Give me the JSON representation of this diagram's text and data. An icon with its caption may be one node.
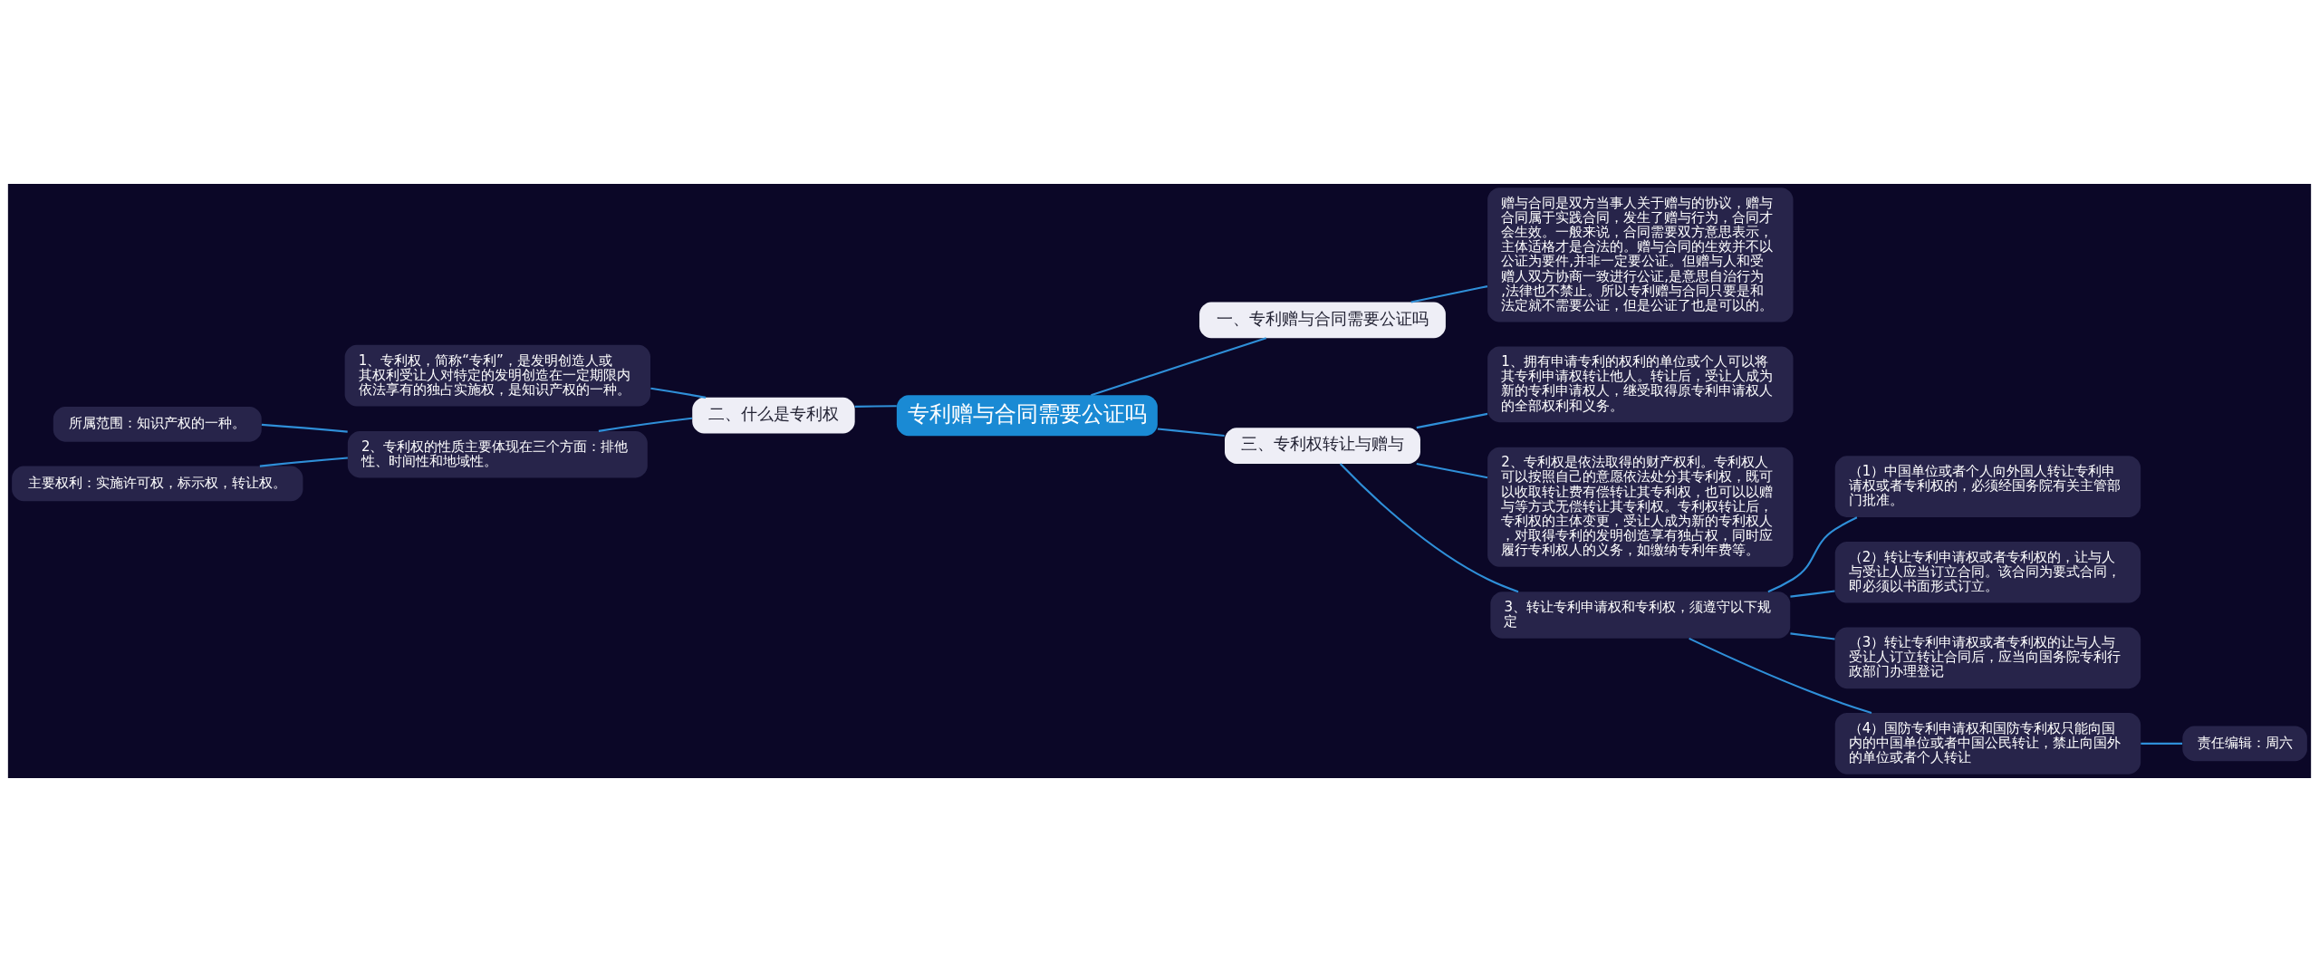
{
  "diagram": {
    "nodes": [
      {
        "text": [
          "专利赠与合同需要公证吗"
        ]
      },
      {
        "text": [
          "一、专利赠与合同需要公证吗"
        ]
      },
      {
        "text": [
          "赠与合同是双方当事人关于赠与的协议，赠与合同属于实践合同，发生了赠与行为，合同才会生效。一般来说，合同需要双方意思表示，主体适格才是合法的。赠与合同的生效并不以公证为要件,并非一定要公证。但赠与人和受赠人双方协商一致进行公证,是意思自治行为,法律也不禁止。所以专利赠与合同只要是和法定就不需要公证，但是公证了也是可以的。"
        ]
      },
      {
        "text": [
          "二、什么是专利权"
        ]
      },
      {
        "text": [
          "1、专利权，简称“专利”，是发明创造人或其权利受让人对特定的发明创造在一定期限内依法享有的独占实施权，是知识产权的一种。"
        ]
      },
      {
        "text": [
          "2、专利权的性质主要体现在三个方面：排他性、时间性和地域性。"
        ]
      },
      {
        "text": [
          "所属范围：知识产权的一种。"
        ]
      },
      {
        "text": [
          "主要权利：实施许可权，标示权，转让权。"
        ]
      },
      {
        "text": [
          "三、专利权转让与赠与"
        ]
      },
      {
        "text": [
          "1、拥有申请专利的权利的单位或个人可以将其专利申请权转让他人。转让后，受让人成为新的专利申请权人，继受取得原专利申请权人的全部权利和义务。"
        ]
      },
      {
        "text": [
          "2、专利权是依法取得的财产权利。专利权人可以按照自己的意愿依法处分其专利权，既可以收取转让费有偿转让其专利权，也可以以赠与等方式无偿转让其专利权。专利权转让后，专利权的主体变更，受让人成为新的专利权人，对取得专利的发明创造享有独占权，同时应履行专利权人的义务，如缴纳专利年费等。"
        ]
      },
      {
        "text": [
          "3、转让专利申请权和专利权，须遵守以下规定"
        ]
      },
      {
        "text": [
          "（1）中国单位或者个人向外国人转让专利申请权或者专利权的，必须经国务院有关主管部门批准。"
        ]
      },
      {
        "text": [
          "（2）转让专利申请权或者专利权的，让与人与受让人应当订立合同。该合同为要式合同，即必须以书面形式订立。"
        ]
      },
      {
        "text": [
          "（3）转让专利申请权或者专利权的让与人与受让人订立转让合同后，应当向国务院专利行政部门办理登记"
        ]
      },
      {
        "text": [
          "（4）国防专利申请权和国防专利权只能向国内的中国单位或者中国公民转让，禁止向国外的单位或者个人转让"
        ]
      },
      {
        "text": [
          "责任编辑：周六"
        ]
      }
    ],
    "edges": [
      {
        "from": 0,
        "to": 1,
        "arrow": "none"
      },
      {
        "from": 1,
        "to": 2,
        "arrow": "none"
      },
      {
        "from": 0,
        "to": 3,
        "arrow": "none"
      },
      {
        "from": 3,
        "to": 4,
        "arrow": "none"
      },
      {
        "from": 3,
        "to": 5,
        "arrow": "none"
      },
      {
        "from": 5,
        "to": 6,
        "arrow": "none"
      },
      {
        "from": 5,
        "to": 7,
        "arrow": "none"
      },
      {
        "from": 0,
        "to": 8,
        "arrow": "none"
      },
      {
        "from": 8,
        "to": 9,
        "arrow": "none"
      },
      {
        "from": 8,
        "to": 10,
        "arrow": "none"
      },
      {
        "from": 8,
        "to": 11,
        "arrow": "none"
      },
      {
        "from": 11,
        "to": 12,
        "arrow": "none"
      },
      {
        "from": 11,
        "to": 13,
        "arrow": "none"
      },
      {
        "from": 11,
        "to": 14,
        "arrow": "none"
      },
      {
        "from": 11,
        "to": 15,
        "arrow": "none"
      },
      {
        "from": 15,
        "to": 16,
        "arrow": "none"
      }
    ]
  }
}
